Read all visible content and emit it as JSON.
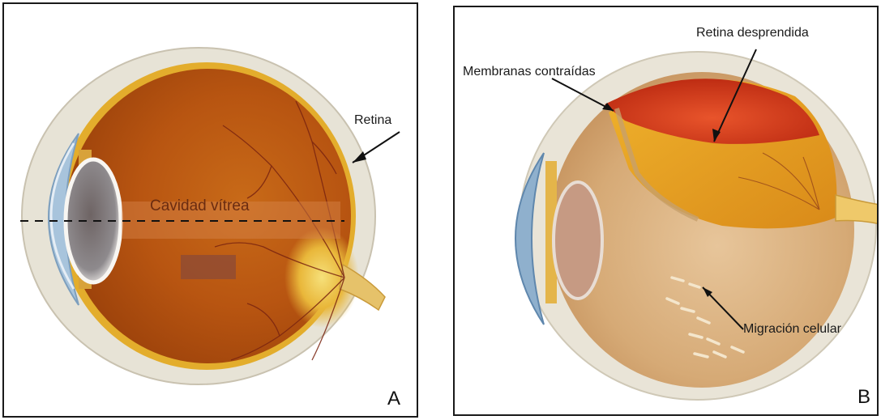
{
  "panel_a": {
    "letter": "A",
    "labels": {
      "retina": "Retina",
      "vitreous": "Cavidad vítrea"
    }
  },
  "panel_b": {
    "letter": "B",
    "labels": {
      "detached_retina": "Retina desprendida",
      "contracted_membranes": "Membranas contraídas",
      "cell_migration": "Migración celular"
    }
  },
  "colors": {
    "eyeball_inner": "#b5520d",
    "retina_yellow": "#e8b630",
    "sclera": "#e9e4d7",
    "lens_gray": "#8c8a8c",
    "cornea_blue": "#8fb2cf"
  }
}
